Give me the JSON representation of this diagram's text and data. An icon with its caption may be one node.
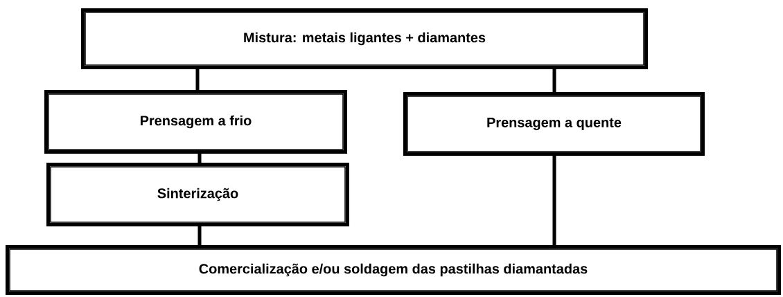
{
  "diagram": {
    "nodes": [
      {
        "text": [
          "Mistura: metais ligantes + diamantes"
        ]
      },
      {
        "text": [
          "Prensagem a frio"
        ]
      },
      {
        "text": [
          "Prensagem a quente"
        ]
      },
      {
        "text": [
          "Sinterização"
        ]
      },
      {
        "text": [
          "Comercialização e/ou soldagem das pastilhas diamantadas"
        ]
      }
    ],
    "edges": [
      {
        "from": 0,
        "to": 1,
        "arrow": "none"
      },
      {
        "from": 0,
        "to": 2,
        "arrow": "none"
      },
      {
        "from": 1,
        "to": 3,
        "arrow": "none"
      },
      {
        "from": 3,
        "to": 4,
        "arrow": "none"
      },
      {
        "from": 2,
        "to": 4,
        "arrow": "none"
      }
    ]
  }
}
